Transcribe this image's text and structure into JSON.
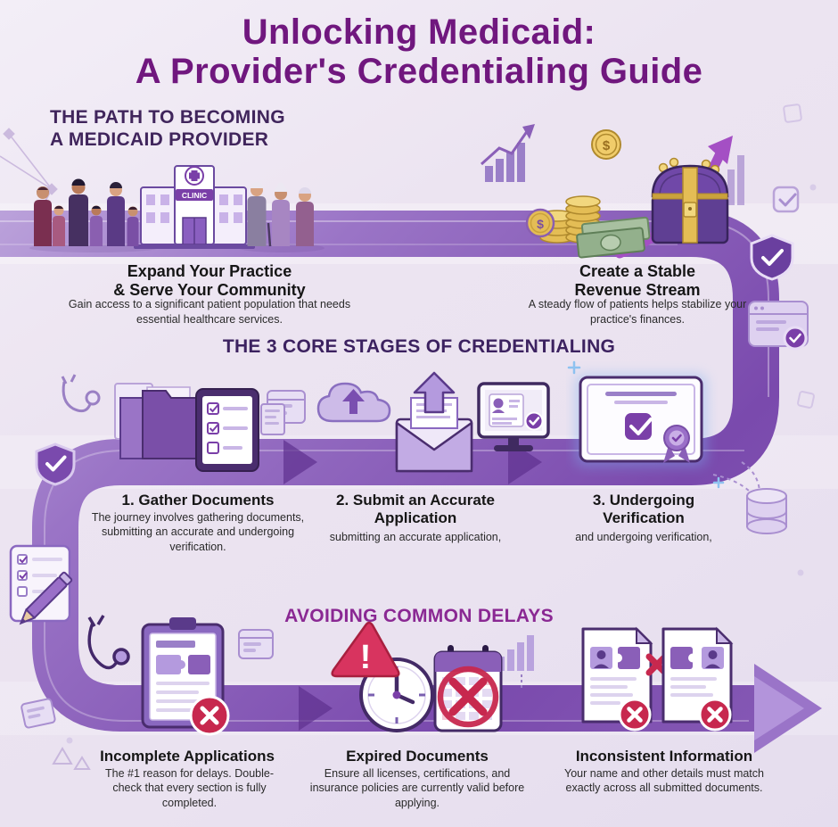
{
  "title": {
    "line1": "Unlocking Medicaid:",
    "line2": "A Provider's Credentialing Guide"
  },
  "path_section": {
    "heading_line1": "THE PATH TO BECOMING",
    "heading_line2": "A MEDICAID PROVIDER",
    "expand": {
      "title_line1": "Expand Your Practice",
      "title_line2": "& Serve Your Community",
      "desc": "Gain access to a significant patient population that needs essential healthcare services."
    },
    "revenue": {
      "title_line1": "Create a Stable",
      "title_line2": "Revenue Stream",
      "desc": "A steady flow of patients helps stabilize your practice's finances."
    }
  },
  "stages_section": {
    "heading": "THE 3 CORE STAGES OF CREDENTIALING",
    "stages": [
      {
        "title": "1. Gather Documents",
        "desc": "The journey involves gathering documents, submitting an accurate and undergoing verification."
      },
      {
        "title": "2. Submit an Accurate Application",
        "desc": "submitting an accurate application,"
      },
      {
        "title": "3. Undergoing Verification",
        "desc": "and undergoing verification,"
      }
    ]
  },
  "delays_section": {
    "heading": "AVOIDING COMMON DELAYS",
    "items": [
      {
        "title": "Incomplete Applications",
        "desc": "The #1 reason for delays. Double-check that every section is fully completed."
      },
      {
        "title": "Expired Documents",
        "desc": "Ensure all licenses, certifications, and insurance policies are currently valid before applying."
      },
      {
        "title": "Inconsistent Information",
        "desc": "Your name and other details must match exactly across all submitted documents."
      }
    ]
  },
  "icons": {
    "clinic_sign": "CLINIC",
    "dollar": "$",
    "exclamation": "!"
  },
  "colors": {
    "title_purple": "#70177e",
    "heading_dark": "#40255c",
    "delays_heading_purple": "#8a2893",
    "ribbon_light": "#cdbbe6",
    "ribbon_dark": "#6a3f9f",
    "error_red": "#c7284e",
    "gold": "#e8c25e"
  }
}
